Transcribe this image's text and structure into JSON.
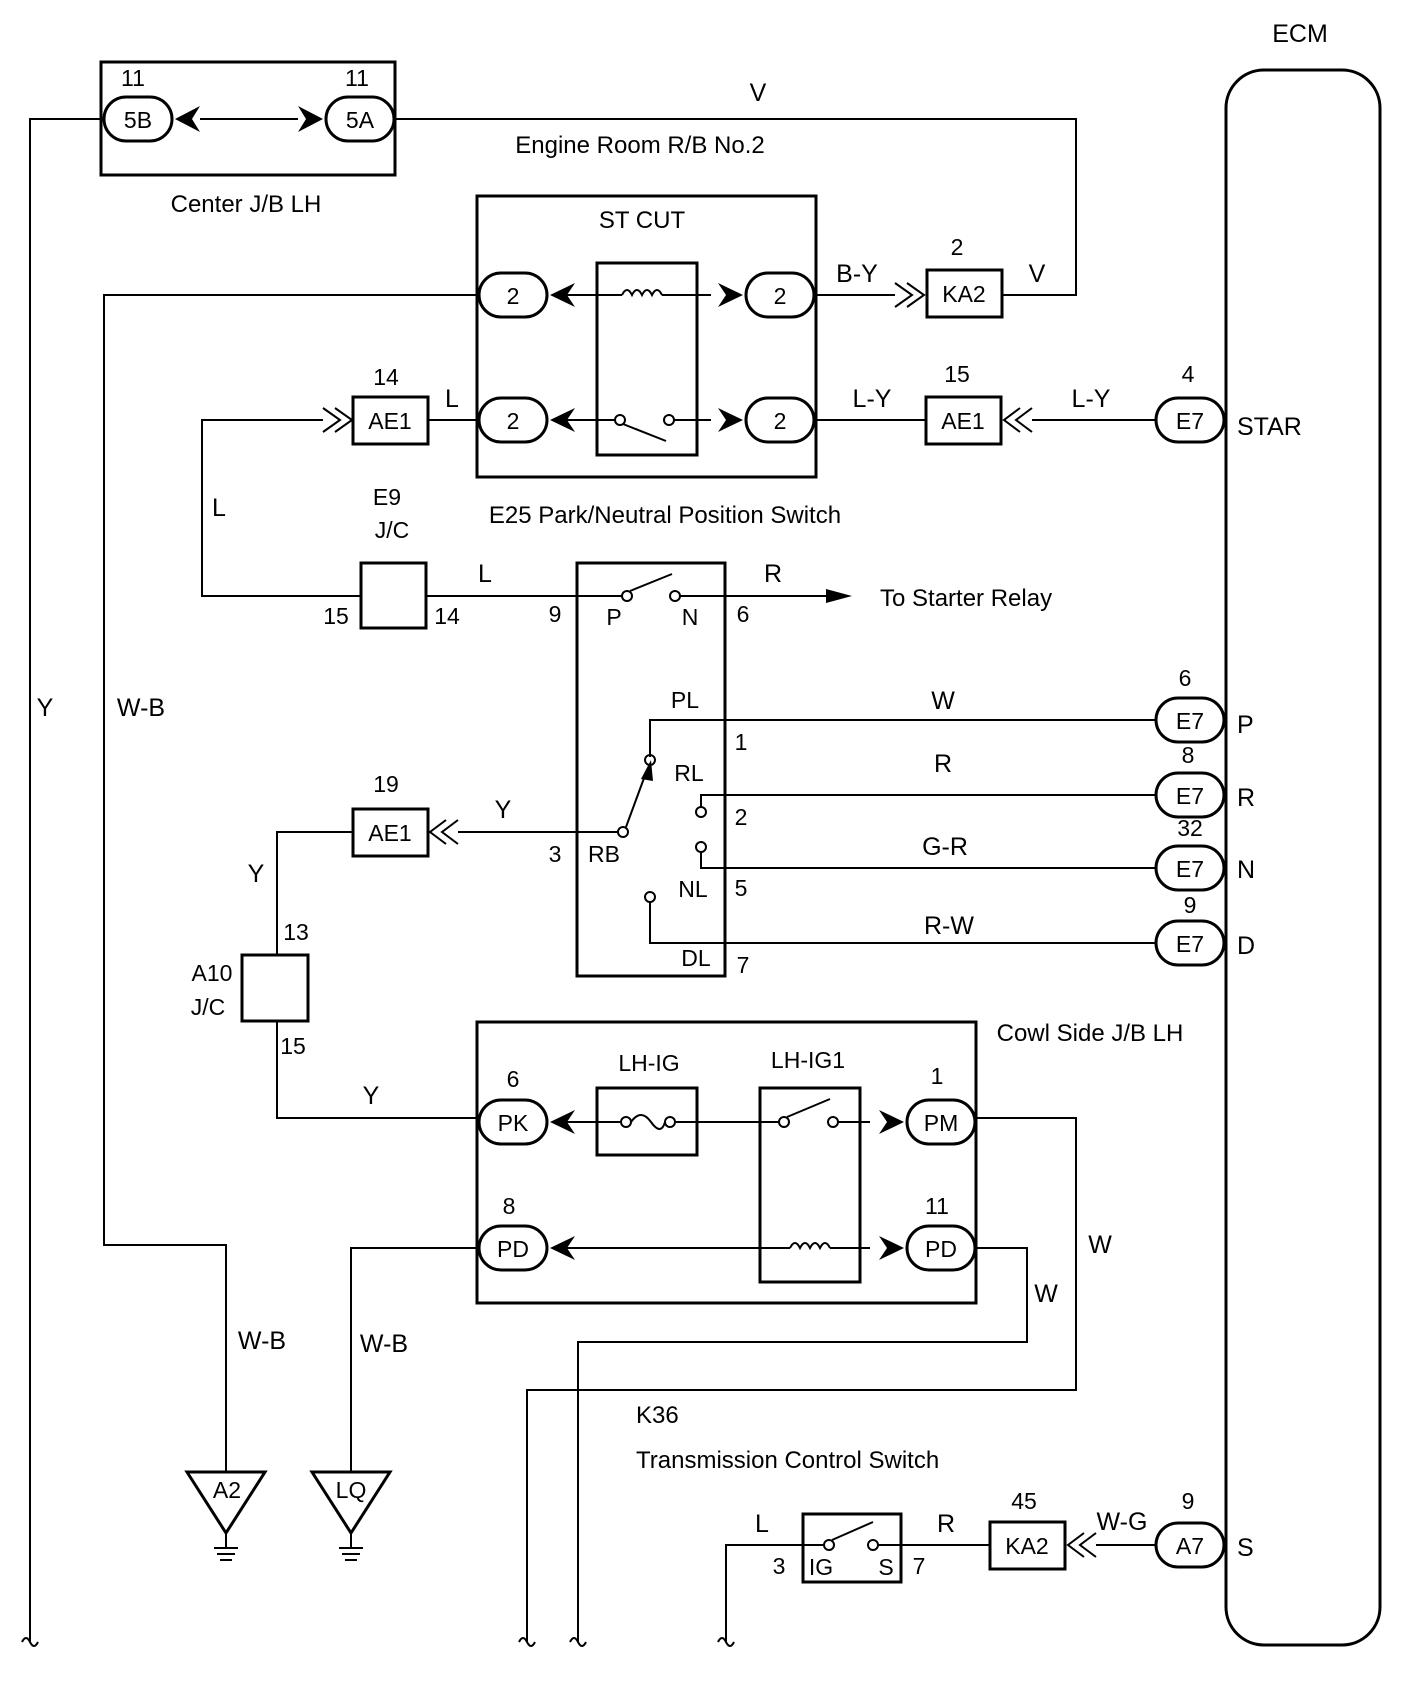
{
  "ecm": {
    "title": "ECM",
    "star": "STAR",
    "p": "P",
    "r": "R",
    "n": "N",
    "d": "D",
    "s": "S"
  },
  "center_jb": {
    "title": "Center J/B LH",
    "pin_left": "11",
    "pin_right": "11",
    "conn_left": "5B",
    "conn_right": "5A"
  },
  "er_rb": {
    "title": "Engine Room R/B No.2",
    "relay": "ST CUT",
    "pin": "2"
  },
  "pnp": {
    "title": "E25 Park/Neutral Position Switch",
    "to_starter": "To Starter Relay",
    "pins": {
      "p9": "9",
      "p6": "6",
      "p1": "1",
      "p2": "2",
      "p3": "3",
      "p5": "5",
      "p7": "7"
    },
    "pos": {
      "P": "P",
      "N": "N",
      "PL": "PL",
      "RL": "RL",
      "RB": "RB",
      "NL": "NL",
      "DL": "DL"
    }
  },
  "jc_e9": {
    "line1": "E9",
    "line2": "J/C",
    "pin_left": "15",
    "pin_right": "14"
  },
  "jc_a10": {
    "line1": "A10",
    "line2": "J/C",
    "pin_top": "13",
    "pin_bottom": "15"
  },
  "connectors": {
    "ka2_top": {
      "pin": "2",
      "label": "KA2"
    },
    "ae1_14": {
      "pin": "14",
      "label": "AE1"
    },
    "ae1_15": {
      "pin": "15",
      "label": "AE1"
    },
    "ae1_19": {
      "pin": "19",
      "label": "AE1"
    },
    "e7_4": {
      "pin": "4",
      "label": "E7"
    },
    "e7_6": {
      "pin": "6",
      "label": "E7"
    },
    "e7_8": {
      "pin": "8",
      "label": "E7"
    },
    "e7_32": {
      "pin": "32",
      "label": "E7"
    },
    "e7_9": {
      "pin": "9",
      "label": "E7"
    },
    "ka2_45": {
      "pin": "45",
      "label": "KA2"
    },
    "a7_9": {
      "pin": "9",
      "label": "A7"
    }
  },
  "cowl_jb": {
    "title": "Cowl Side J/B LH",
    "fuse": "LH-IG",
    "relay": "LH-IG1",
    "pk_pin": "6",
    "pk": "PK",
    "pm_pin": "1",
    "pm": "PM",
    "pd_left_pin": "8",
    "pd_right_pin": "11",
    "pd": "PD"
  },
  "tcs": {
    "ref": "K36",
    "title": "Transmission Control Switch",
    "pin_left": "3",
    "pin_right": "7",
    "ig": "IG",
    "s": "S"
  },
  "grounds": {
    "a2": "A2",
    "lq": "LQ"
  },
  "wires": {
    "v_top": "V",
    "v_ka2": "V",
    "b_y": "B-Y",
    "l_ae1": "L",
    "l_y_1": "L-Y",
    "l_y_2": "L-Y",
    "l_left": "L",
    "l_e9": "L",
    "r_starter": "R",
    "y_left": "Y",
    "w_b_left": "W-B",
    "w_p": "W",
    "r_r": "R",
    "g_r": "G-R",
    "r_w": "R-W",
    "y_rb": "Y",
    "y_a10": "Y",
    "y_pk": "Y",
    "w_pm": "W",
    "w_pd": "W",
    "w_b_a2": "W-B",
    "w_b_lq": "W-B",
    "l_tcs": "L",
    "r_tcs": "R",
    "w_g": "W-G"
  }
}
